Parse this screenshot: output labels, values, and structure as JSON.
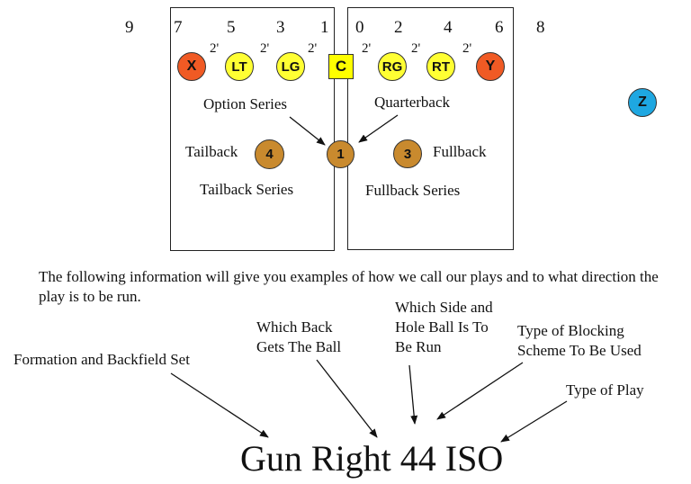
{
  "hole_numbers": {
    "left": [
      "9",
      "7",
      "5",
      "3",
      "1"
    ],
    "right": [
      "0",
      "2",
      "4",
      "6",
      "8"
    ]
  },
  "splits": [
    "2'",
    "2'",
    "2'",
    "2'",
    "2'",
    "2'"
  ],
  "players": {
    "x": "X",
    "lt": "LT",
    "lg": "LG",
    "c": "C",
    "rg": "RG",
    "rt": "RT",
    "y": "Y",
    "z": "Z",
    "qb": "1",
    "fb": "3",
    "tb": "4"
  },
  "colors": {
    "receiver_orange": "#f05a24",
    "lineman_yellow": "#ffff33",
    "flanker_blue": "#1ea7e1",
    "back_gold": "#c98a2e"
  },
  "diagram_labels": {
    "option_series": "Option Series",
    "quarterback": "Quarterback",
    "tailback": "Tailback",
    "fullback": "Fullback",
    "tailback_series": "Tailback Series",
    "fullback_series": "Fullback Series"
  },
  "intro_text": "The following information will give you examples of how we call our plays and to what direction the play is to be run.",
  "annotations": {
    "formation": "Formation and Backfield Set",
    "which_back": [
      "Which Back",
      "Gets The Ball"
    ],
    "which_side": [
      "Which Side and",
      "Hole Ball Is To",
      "Be Run"
    ],
    "blocking": [
      "Type of Blocking",
      "Scheme To Be Used"
    ],
    "play_type": "Type of Play"
  },
  "play_call": "Gun Right 44 ISO"
}
